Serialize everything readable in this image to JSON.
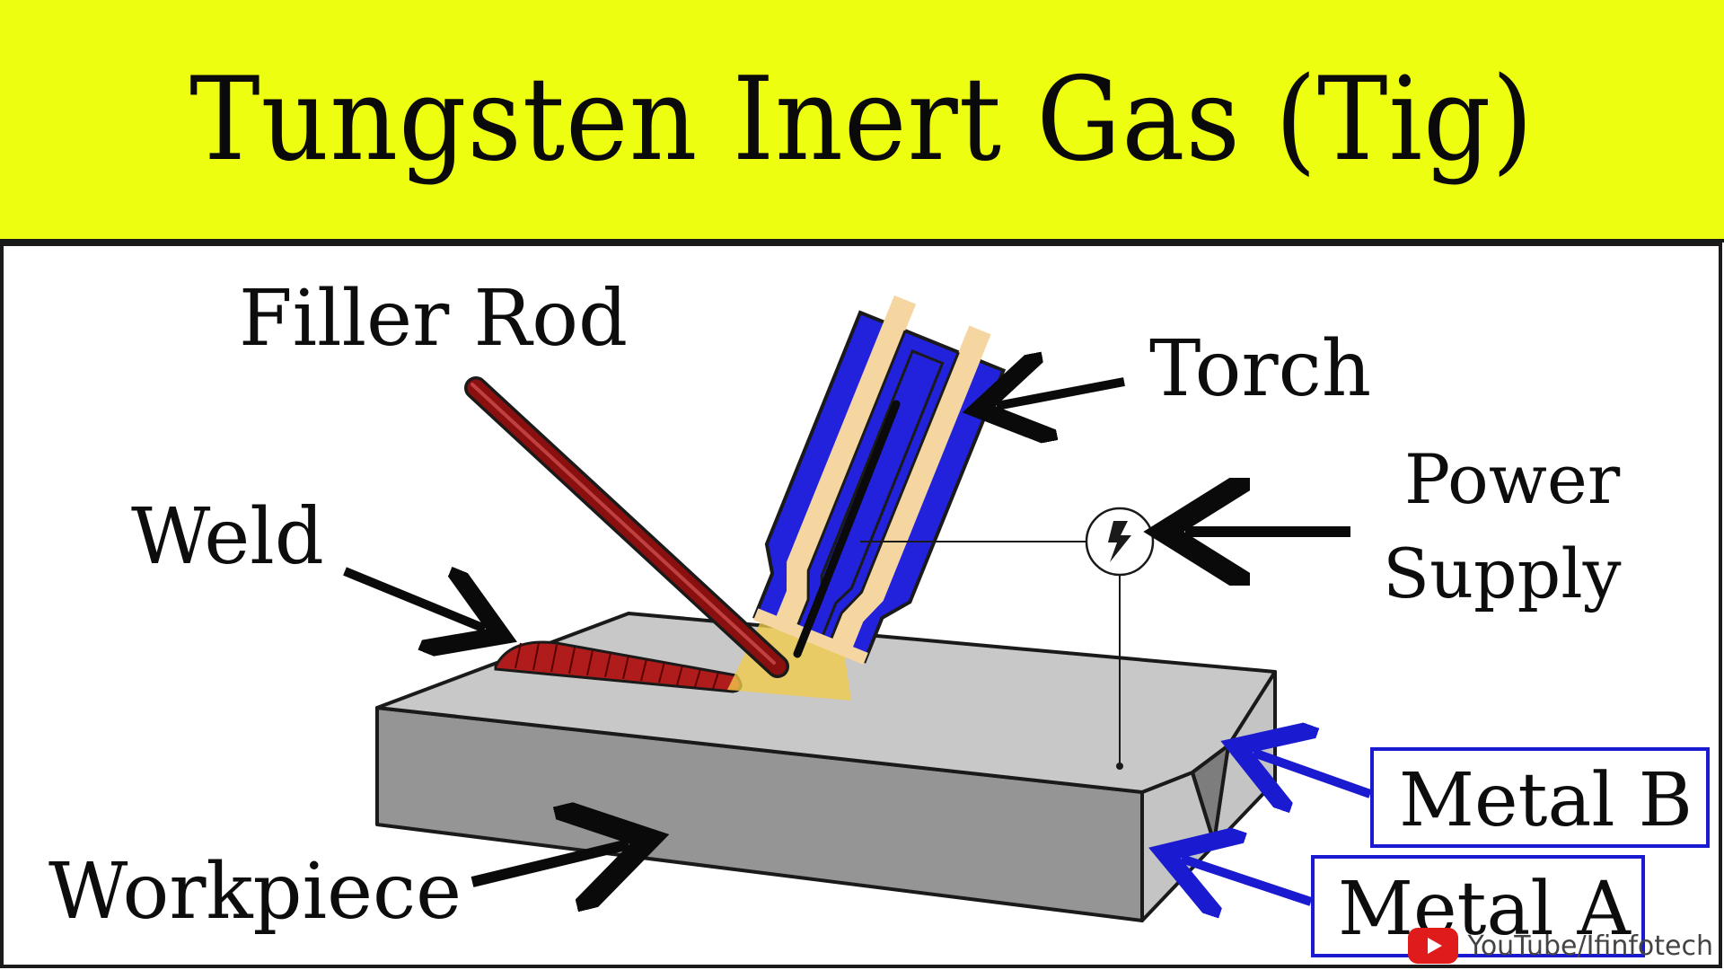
{
  "title": "Tungsten Inert Gas (Tig)",
  "labels": {
    "filler_rod": "Filler Rod",
    "torch": "Torch",
    "power_supply_line1": "Power",
    "power_supply_line2": "Supply",
    "weld": "Weld",
    "workpiece": "Workpiece",
    "metal_b": "Metal B",
    "metal_a": "Metal A"
  },
  "watermark": {
    "channel": "YouTube/Ifinfotech",
    "icon": "youtube-play-icon"
  },
  "colors": {
    "title_background": "#eefe11",
    "torch_body": "#2222dd",
    "torch_inner": "#f6d6a0",
    "filler_rod": "#8a1010",
    "arc_glow": "#f2cc4a",
    "metal_callout": "#1a1ad0"
  }
}
